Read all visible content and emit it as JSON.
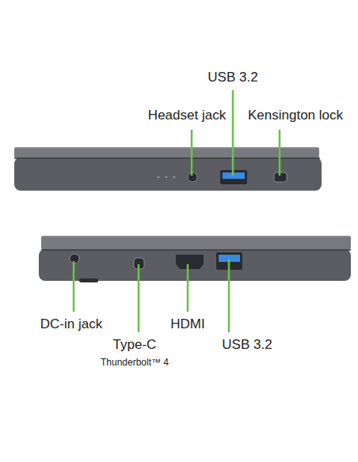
{
  "diagram": {
    "labels": [
      "USB 3.2",
      "Headset jack",
      "Kensington lock",
      "DC-in jack",
      "Type-C",
      "Thunderbolt™ 4",
      "HDMI",
      "USB 3.2"
    ]
  }
}
